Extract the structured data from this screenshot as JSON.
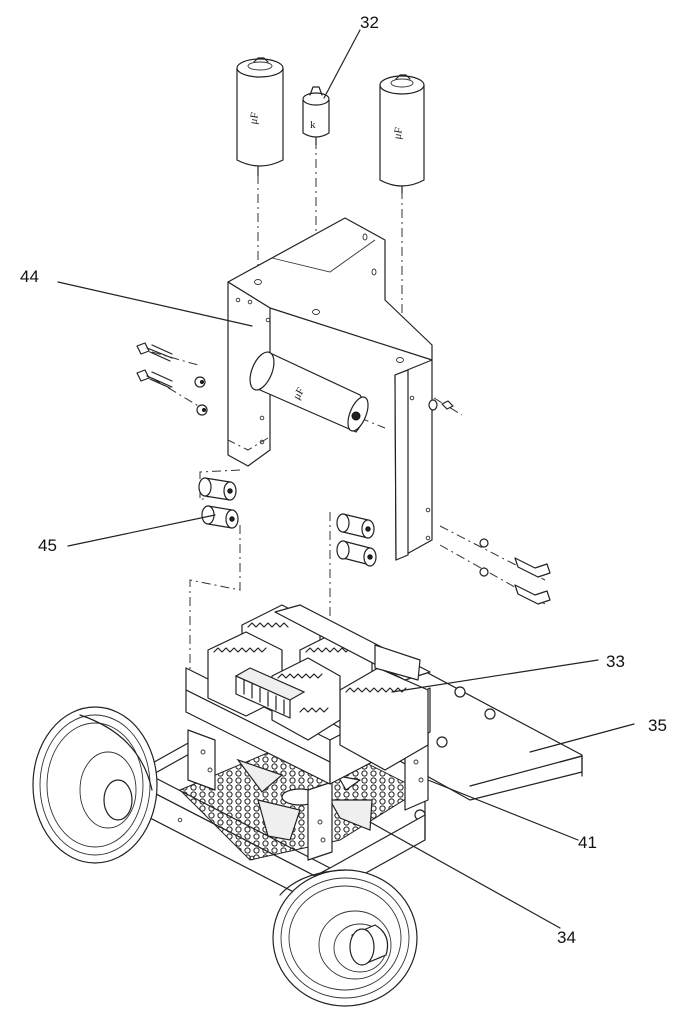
{
  "labels": {
    "l32": "32",
    "l44": "44",
    "l45": "45",
    "l33": "33",
    "l35": "35",
    "l41": "41",
    "l34": "34"
  }
}
